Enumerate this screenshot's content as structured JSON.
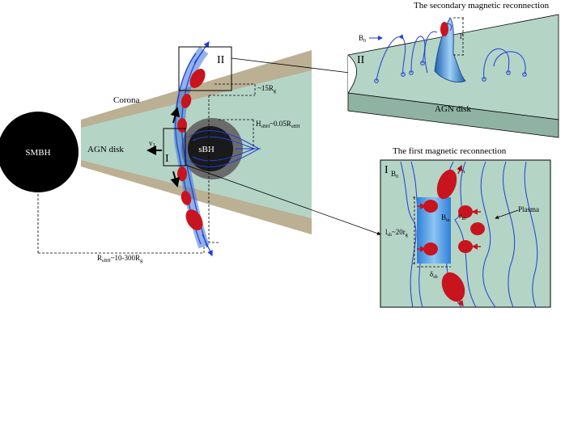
{
  "labels": {
    "smbh": "SMBH",
    "agn_disk_left": "AGN disk",
    "corona": "Corona",
    "sbh": "sBH",
    "region_1": "I",
    "region_2": "II",
    "v_arrow": "v",
    "v_sub": "1",
    "scale_15": "~15R",
    "scale_15_sub": "g",
    "h_sbh": "H",
    "h_sbh_sub": "sBH",
    "h_sbh_rest": "~0.05R",
    "h_sbh_rest_sub": "sBH",
    "r_sbh": "R",
    "r_sbh_sub": "sBH",
    "r_sbh_rest": "~10-300R",
    "r_sbh_rest_sub": "g",
    "secondary_title": "The secondary magnetic reconnection",
    "secondary_b": "B",
    "secondary_b_sub": "0",
    "secondary_region": "II",
    "secondary_disk": "AGN disk",
    "secondary_l": "l'",
    "first_title": "The first magnetic reconnection",
    "first_region": "I",
    "first_b0": "B",
    "first_b0_sub": "0",
    "first_va": "v",
    "first_va_sub": "A",
    "first_bin": "B",
    "first_bin_sub": "in",
    "first_vin": "v",
    "first_vin_sub": "in",
    "plasma": "Plasma",
    "lsh": "l",
    "lsh_sub": "sh",
    "lsh_rest": "~20r",
    "lsh_rest_sub": "g",
    "delta": "δ",
    "delta_sub": "sh"
  },
  "colors": {
    "disk": "#b4d4c6",
    "corona": "#bbb093",
    "plasmoid": "#c8141e",
    "field_line": "#1f3fd6",
    "current_sheet": "#4d9fe6",
    "sbh_halo": "#6b6b6b",
    "black": "#000000"
  }
}
